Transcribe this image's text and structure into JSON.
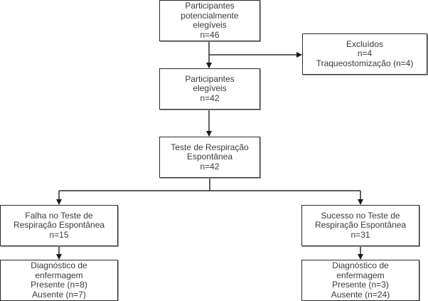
{
  "diagram": {
    "type": "flowchart",
    "nodes": {
      "eligible_potential": {
        "lines": [
          "Participantes",
          "potencialmente",
          "elegíveis",
          "n=46"
        ]
      },
      "excluded": {
        "lines": [
          "Excluídos",
          "n=4",
          "Traqueostomização (n=4)"
        ]
      },
      "eligible": {
        "lines": [
          "Participantes",
          "elegíveis",
          "n=42"
        ]
      },
      "sbt": {
        "lines": [
          "Teste de Respiração",
          "Espontânea",
          "n=42"
        ]
      },
      "sbt_failure": {
        "lines": [
          "Falha no Teste de",
          "Respiração Espontânea",
          "n=15"
        ]
      },
      "sbt_success": {
        "lines": [
          "Sucesso no Teste de",
          "Respiração Espontânea",
          "n=31"
        ]
      },
      "dx_failure": {
        "lines": [
          "Diagnóstico de",
          "enfermagem",
          "Presente (n=8)",
          "Ausente (n=7)"
        ]
      },
      "dx_success": {
        "lines": [
          "Diagnóstico de",
          "enfermagem",
          "Presente (n=3)",
          "Ausente (n=24)"
        ]
      }
    },
    "edges": [
      {
        "from": "eligible_potential",
        "to": "eligible"
      },
      {
        "from": "eligible_potential",
        "to": "excluded"
      },
      {
        "from": "eligible",
        "to": "sbt"
      },
      {
        "from": "sbt",
        "to": "sbt_failure"
      },
      {
        "from": "sbt",
        "to": "sbt_success"
      },
      {
        "from": "sbt_failure",
        "to": "dx_failure"
      },
      {
        "from": "sbt_success",
        "to": "dx_success"
      }
    ],
    "colors": {
      "line": "#2b2b2b",
      "text": "#3a3a3a",
      "box_fill": "#ffffff"
    }
  }
}
